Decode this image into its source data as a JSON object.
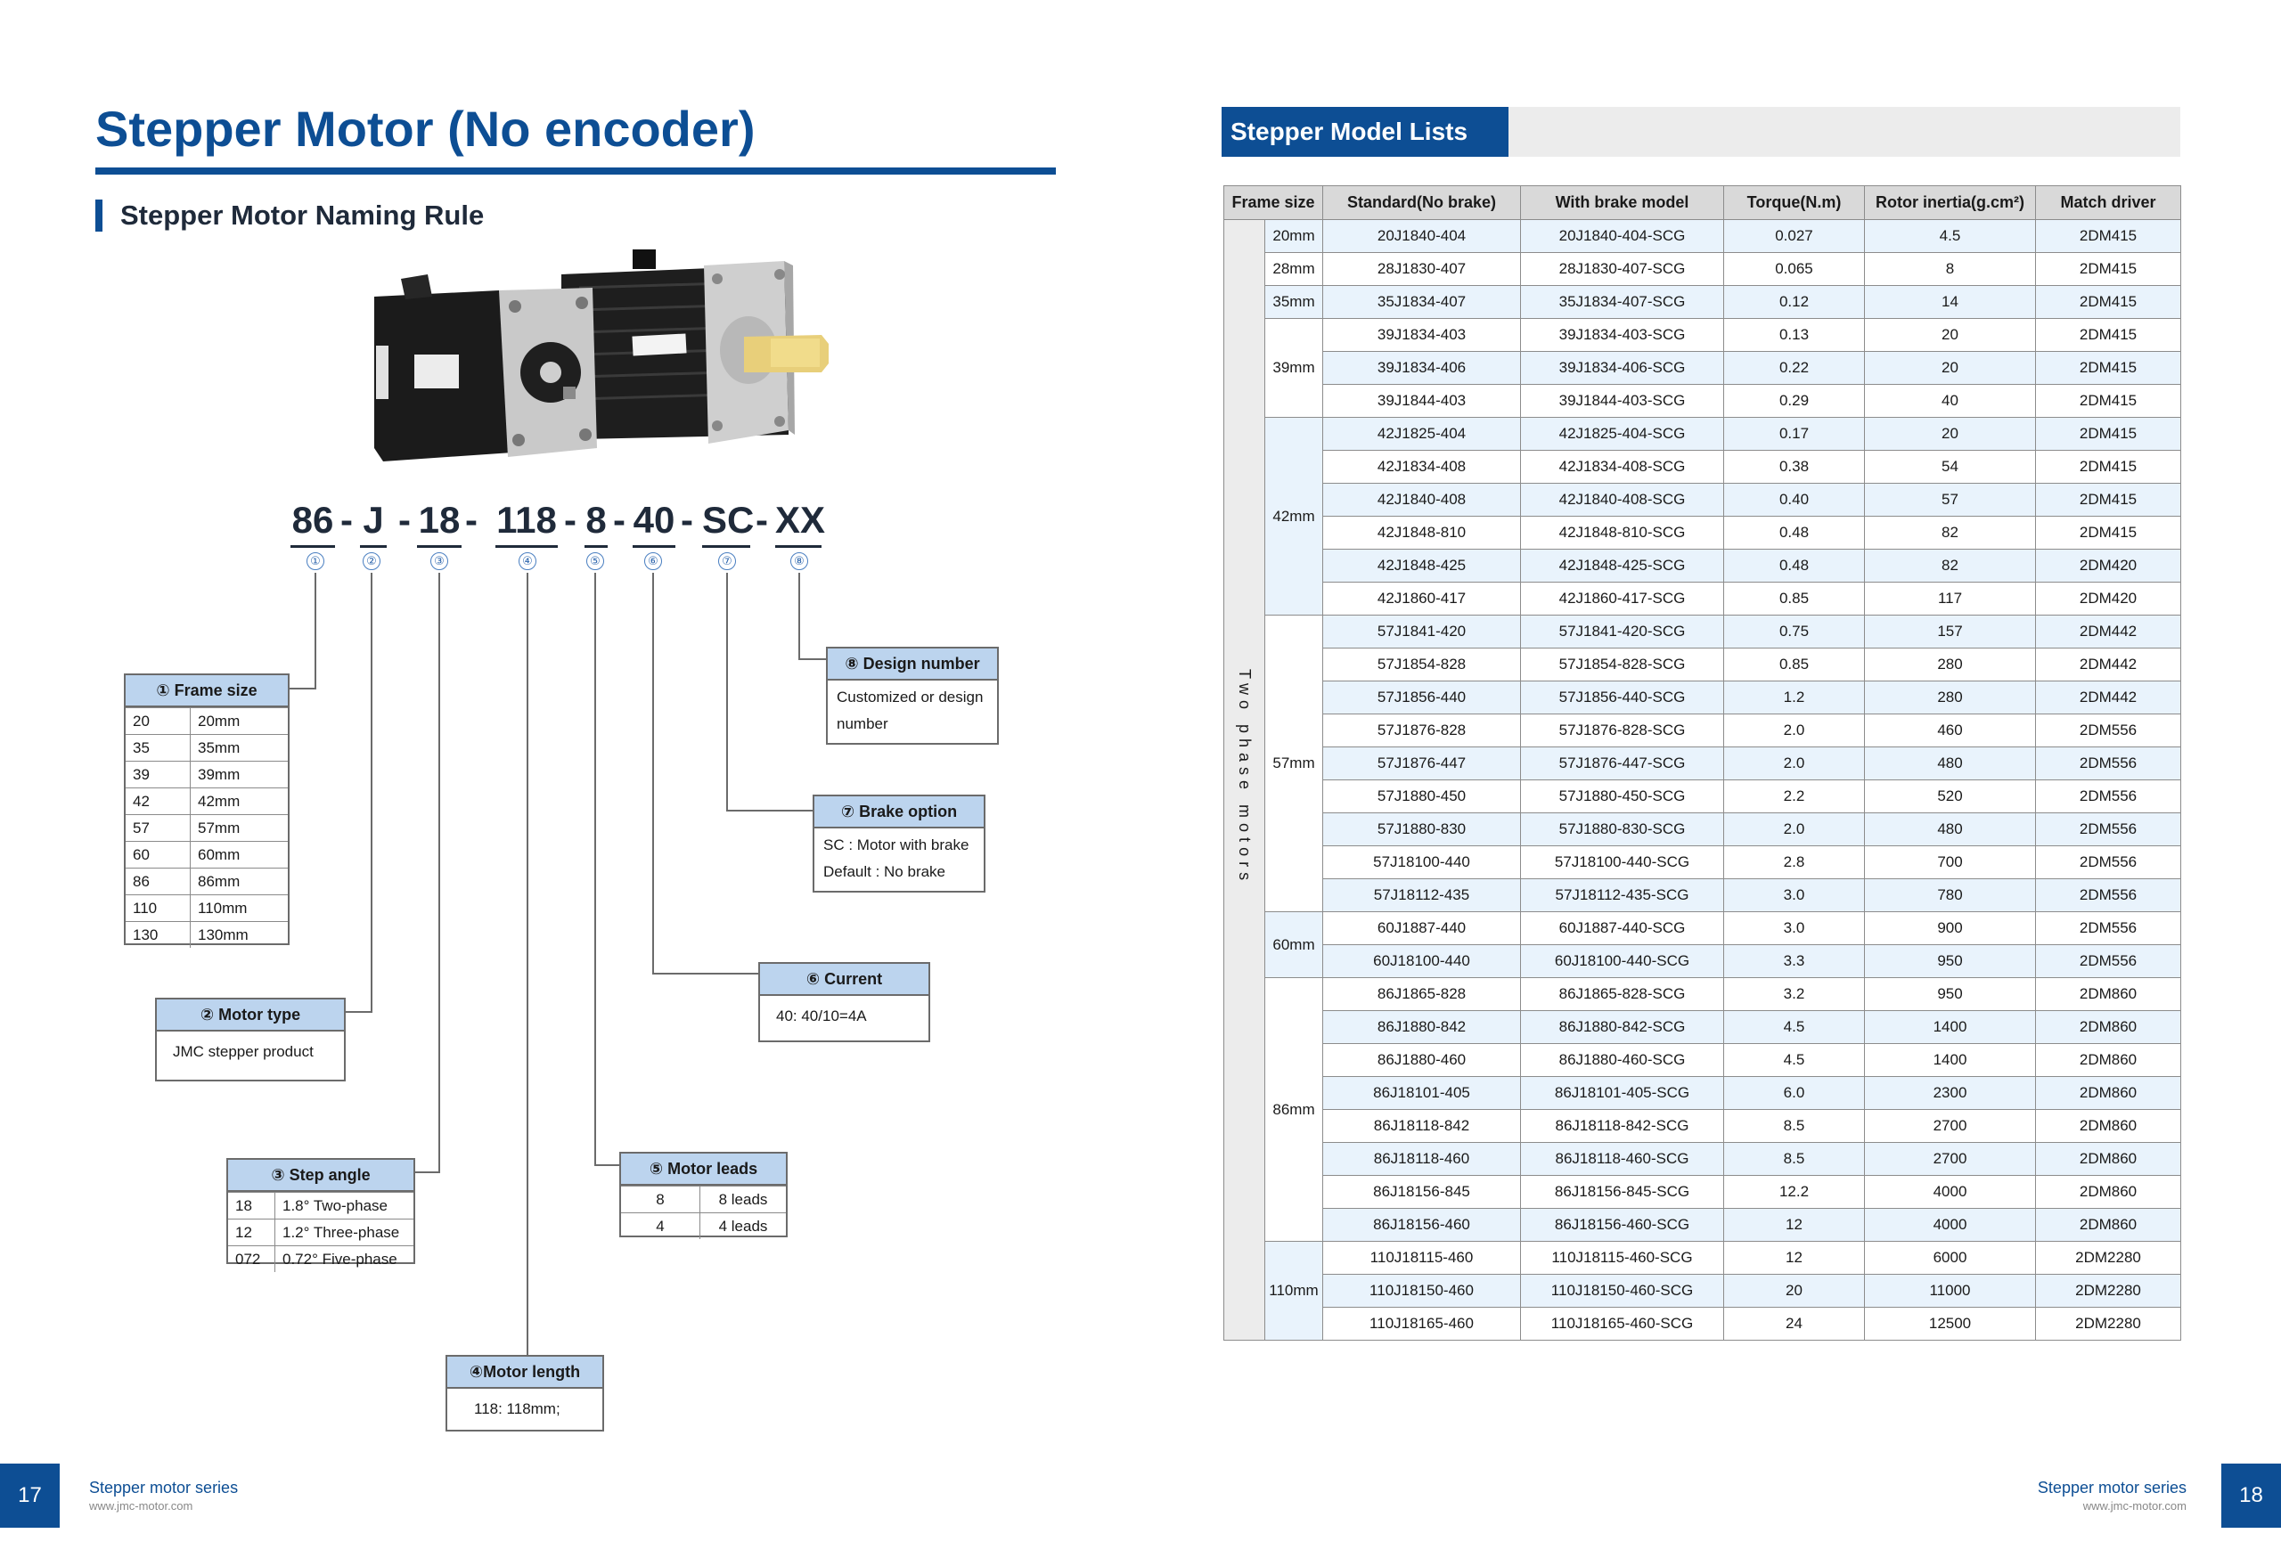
{
  "title": "Stepper Motor (No encoder)",
  "subtitle": "Stepper Motor Naming Rule",
  "model_code": {
    "parts": [
      "86",
      "J",
      "18",
      "118",
      "8",
      "40",
      "SC",
      "XX"
    ],
    "dash": "-",
    "markers": [
      "①",
      "②",
      "③",
      "④",
      "⑤",
      "⑥",
      "⑦",
      "⑧"
    ]
  },
  "frame_size": {
    "header": "① Frame size",
    "rows": [
      [
        "20",
        "20mm"
      ],
      [
        "35",
        "35mm"
      ],
      [
        "39",
        "39mm"
      ],
      [
        "42",
        "42mm"
      ],
      [
        "57",
        "57mm"
      ],
      [
        "60",
        "60mm"
      ],
      [
        "86",
        "86mm"
      ],
      [
        "110",
        "110mm"
      ],
      [
        "130",
        "130mm"
      ]
    ]
  },
  "motor_type": {
    "header": "② Motor type",
    "body": "JMC stepper product"
  },
  "step_angle": {
    "header": "③ Step angle",
    "rows": [
      [
        "18",
        "1.8° Two-phase"
      ],
      [
        "12",
        "1.2° Three-phase"
      ],
      [
        "072",
        "0.72° Five-phase"
      ]
    ]
  },
  "motor_length": {
    "header": "④Motor length",
    "body": "118: 118mm;"
  },
  "motor_leads": {
    "header": "⑤ Motor leads",
    "rows": [
      [
        "8",
        "8 leads"
      ],
      [
        "4",
        "4 leads"
      ]
    ]
  },
  "current": {
    "header": "⑥ Current",
    "body": "40: 40/10=4A"
  },
  "brake_option": {
    "header": "⑦ Brake option",
    "line1": "SC : Motor with brake",
    "line2": "Default : No brake"
  },
  "design_number": {
    "header": "⑧ Design number",
    "body": "Customized or design number"
  },
  "model_list": {
    "title": "Stepper Model Lists",
    "columns": [
      "Frame size",
      "Standard(No brake)",
      "With brake model",
      "Torque(N.m)",
      "Rotor inertia(g.cm²)",
      "Match driver"
    ],
    "side_label": "Two phase motors",
    "groups": [
      {
        "size": "20mm",
        "rows": [
          [
            "20J1840-404",
            "20J1840-404-SCG",
            "0.027",
            "4.5",
            "2DM415"
          ]
        ]
      },
      {
        "size": "28mm",
        "rows": [
          [
            "28J1830-407",
            "28J1830-407-SCG",
            "0.065",
            "8",
            "2DM415"
          ]
        ]
      },
      {
        "size": "35mm",
        "rows": [
          [
            "35J1834-407",
            "35J1834-407-SCG",
            "0.12",
            "14",
            "2DM415"
          ]
        ]
      },
      {
        "size": "39mm",
        "rows": [
          [
            "39J1834-403",
            "39J1834-403-SCG",
            "0.13",
            "20",
            "2DM415"
          ],
          [
            "39J1834-406",
            "39J1834-406-SCG",
            "0.22",
            "20",
            "2DM415"
          ],
          [
            "39J1844-403",
            "39J1844-403-SCG",
            "0.29",
            "40",
            "2DM415"
          ]
        ]
      },
      {
        "size": "42mm",
        "rows": [
          [
            "42J1825-404",
            "42J1825-404-SCG",
            "0.17",
            "20",
            "2DM415"
          ],
          [
            "42J1834-408",
            "42J1834-408-SCG",
            "0.38",
            "54",
            "2DM415"
          ],
          [
            "42J1840-408",
            "42J1840-408-SCG",
            "0.40",
            "57",
            "2DM415"
          ],
          [
            "42J1848-810",
            "42J1848-810-SCG",
            "0.48",
            "82",
            "2DM415"
          ],
          [
            "42J1848-425",
            "42J1848-425-SCG",
            "0.48",
            "82",
            "2DM420"
          ],
          [
            "42J1860-417",
            "42J1860-417-SCG",
            "0.85",
            "117",
            "2DM420"
          ]
        ]
      },
      {
        "size": "57mm",
        "rows": [
          [
            "57J1841-420",
            "57J1841-420-SCG",
            "0.75",
            "157",
            "2DM442"
          ],
          [
            "57J1854-828",
            "57J1854-828-SCG",
            "0.85",
            "280",
            "2DM442"
          ],
          [
            "57J1856-440",
            "57J1856-440-SCG",
            "1.2",
            "280",
            "2DM442"
          ],
          [
            "57J1876-828",
            "57J1876-828-SCG",
            "2.0",
            "460",
            "2DM556"
          ],
          [
            "57J1876-447",
            "57J1876-447-SCG",
            "2.0",
            "480",
            "2DM556"
          ],
          [
            "57J1880-450",
            "57J1880-450-SCG",
            "2.2",
            "520",
            "2DM556"
          ],
          [
            "57J1880-830",
            "57J1880-830-SCG",
            "2.0",
            "480",
            "2DM556"
          ],
          [
            "57J18100-440",
            "57J18100-440-SCG",
            "2.8",
            "700",
            "2DM556"
          ],
          [
            "57J18112-435",
            "57J18112-435-SCG",
            "3.0",
            "780",
            "2DM556"
          ]
        ]
      },
      {
        "size": "60mm",
        "rows": [
          [
            "60J1887-440",
            "60J1887-440-SCG",
            "3.0",
            "900",
            "2DM556"
          ],
          [
            "60J18100-440",
            "60J18100-440-SCG",
            "3.3",
            "950",
            "2DM556"
          ]
        ]
      },
      {
        "size": "86mm",
        "rows": [
          [
            "86J1865-828",
            "86J1865-828-SCG",
            "3.2",
            "950",
            "2DM860"
          ],
          [
            "86J1880-842",
            "86J1880-842-SCG",
            "4.5",
            "1400",
            "2DM860"
          ],
          [
            "86J1880-460",
            "86J1880-460-SCG",
            "4.5",
            "1400",
            "2DM860"
          ],
          [
            "86J18101-405",
            "86J18101-405-SCG",
            "6.0",
            "2300",
            "2DM860"
          ],
          [
            "86J18118-842",
            "86J18118-842-SCG",
            "8.5",
            "2700",
            "2DM860"
          ],
          [
            "86J18118-460",
            "86J18118-460-SCG",
            "8.5",
            "2700",
            "2DM860"
          ],
          [
            "86J18156-845",
            "86J18156-845-SCG",
            "12.2",
            "4000",
            "2DM860"
          ],
          [
            "86J18156-460",
            "86J18156-460-SCG",
            "12",
            "4000",
            "2DM860"
          ]
        ]
      },
      {
        "size": "110mm",
        "rows": [
          [
            "110J18115-460",
            "110J18115-460-SCG",
            "12",
            "6000",
            "2DM2280"
          ],
          [
            "110J18150-460",
            "110J18150-460-SCG",
            "20",
            "11000",
            "2DM2280"
          ],
          [
            "110J18165-460",
            "110J18165-460-SCG",
            "24",
            "12500",
            "2DM2280"
          ]
        ]
      }
    ]
  },
  "footer": {
    "page_left": "17",
    "page_right": "18",
    "series": "Stepper motor series",
    "website": "www.jmc-motor.com"
  }
}
